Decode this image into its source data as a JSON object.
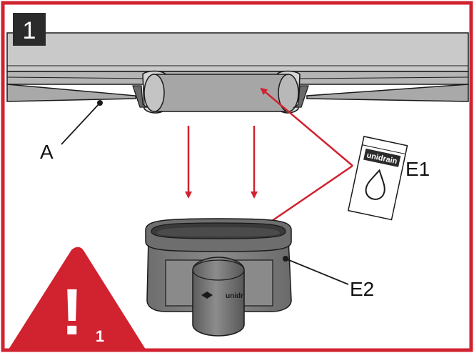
{
  "step": {
    "number": "1"
  },
  "labels": {
    "a": "A",
    "e1": "E1",
    "e2": "E2"
  },
  "sachet": {
    "brand": "unidrain"
  },
  "outlet": {
    "brand": "unidr"
  },
  "warning": {
    "symbol": "!",
    "number": "1"
  },
  "colors": {
    "accent_red": "#d0222f",
    "step_box": "#2b2b2b",
    "channel_body": "#bfbfbf",
    "channel_dark": "#9a9a9a",
    "outlet_body": "#7d7d7d",
    "outlet_dark": "#5a5a5a",
    "line": "#1a1a1a"
  }
}
